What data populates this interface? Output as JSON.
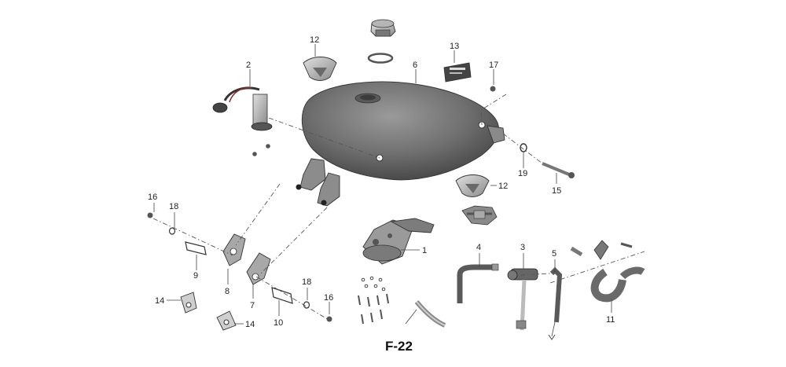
{
  "figure": {
    "label": "F-22"
  },
  "callouts": {
    "c1": "1",
    "c2": "2",
    "c3": "3",
    "c4": "4",
    "c5": "5",
    "c6": "6",
    "c7": "7",
    "c8": "8",
    "c9": "9",
    "c10": "10",
    "c11": "11",
    "c12a": "12",
    "c12b": "12",
    "c13": "13",
    "c14a": "14",
    "c14b": "14",
    "c15": "15",
    "c16a": "16",
    "c16b": "16",
    "c17": "17",
    "c18a": "18",
    "c18b": "18",
    "c19": "19"
  },
  "colors": {
    "tank": "#6f6f6f",
    "tank_highlight": "#9a9a9a",
    "part_light": "#c8c8c8",
    "part_dark": "#555555"
  }
}
